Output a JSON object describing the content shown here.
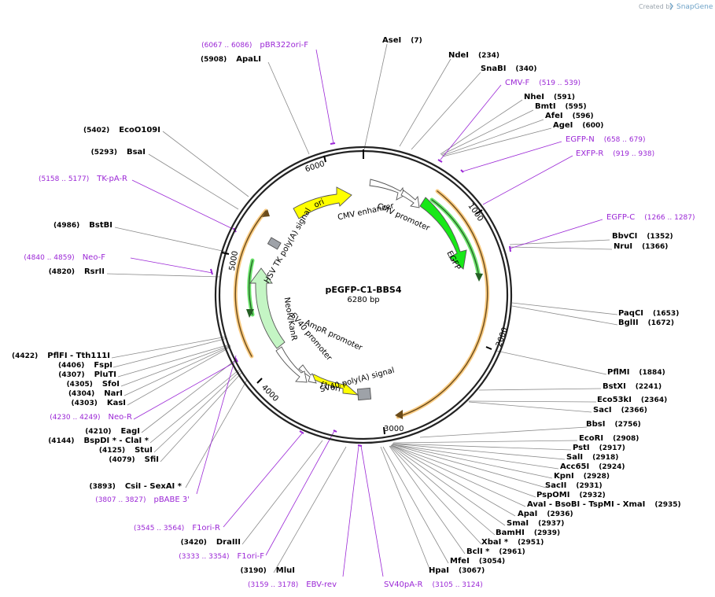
{
  "credit": {
    "text": "Created by",
    "brand": "SnapGene"
  },
  "plasmid": {
    "name": "pEGFP-C1-BBS4",
    "length": "6280 bp"
  },
  "ticks": [
    "1000",
    "2000",
    "3000",
    "4000",
    "5000",
    "6000"
  ],
  "features": [
    {
      "label": "CMV enhancer",
      "color": "#ffffff"
    },
    {
      "label": "CMV promoter",
      "color": "#ffffff"
    },
    {
      "label": "EGFP",
      "color": "#18e818"
    },
    {
      "label": "SV40 poly(A) signal",
      "color": "#9ea2a8"
    },
    {
      "label": "f1 ori",
      "color": "#ffff00"
    },
    {
      "label": "AmpR promoter",
      "color": "#ffffff"
    },
    {
      "label": "SV40 promoter",
      "color": "#ffffff"
    },
    {
      "label": "NeoR/KanR",
      "color": "#c4f5c4"
    },
    {
      "label": "HSV TK poly(A) signal",
      "color": "#9ea2a8"
    },
    {
      "label": "ori",
      "color": "#ffff00"
    }
  ],
  "sites": [
    {
      "name": "AseI",
      "pos": "(7)"
    },
    {
      "name": "NdeI",
      "pos": "(234)"
    },
    {
      "name": "SnaBI",
      "pos": "(340)"
    },
    {
      "name": "NheI",
      "pos": "(591)"
    },
    {
      "name": "BmtI",
      "pos": "(595)"
    },
    {
      "name": "AfeI",
      "pos": "(596)"
    },
    {
      "name": "AgeI",
      "pos": "(600)"
    },
    {
      "name": "BbvCI",
      "pos": "(1352)"
    },
    {
      "name": "NruI",
      "pos": "(1366)"
    },
    {
      "name": "PaqCI",
      "pos": "(1653)"
    },
    {
      "name": "BglII",
      "pos": "(1672)"
    },
    {
      "name": "PflMI",
      "pos": "(1884)"
    },
    {
      "name": "BstXI",
      "pos": "(2241)"
    },
    {
      "name": "Eco53kI",
      "pos": "(2364)"
    },
    {
      "name": "SacI",
      "pos": "(2366)"
    },
    {
      "name": "BbsI",
      "pos": "(2756)"
    },
    {
      "name": "EcoRI",
      "pos": "(2908)"
    },
    {
      "name": "PstI",
      "pos": "(2917)"
    },
    {
      "name": "SalI",
      "pos": "(2918)"
    },
    {
      "name": "Acc65I",
      "pos": "(2924)"
    },
    {
      "name": "KpnI",
      "pos": "(2928)"
    },
    {
      "name": "SacII",
      "pos": "(2931)"
    },
    {
      "name": "PspOMI",
      "pos": "(2932)"
    },
    {
      "name": "AvaI  - BsoBI  - TspMI  - XmaI",
      "pos": "(2935)"
    },
    {
      "name": "ApaI",
      "pos": "(2936)"
    },
    {
      "name": "SmaI",
      "pos": "(2937)"
    },
    {
      "name": "BamHI",
      "pos": "(2939)"
    },
    {
      "name": "XbaI *",
      "pos": "(2951)"
    },
    {
      "name": "BclI *",
      "pos": "(2961)"
    },
    {
      "name": "MfeI",
      "pos": "(3054)"
    },
    {
      "name": "HpaI",
      "pos": "(3067)"
    },
    {
      "name": "MluI",
      "pos": "(3190)"
    },
    {
      "name": "DraIII",
      "pos": "(3420)"
    },
    {
      "name": "CsiI  - SexAI *",
      "pos": "(3893)"
    },
    {
      "name": "SfiI",
      "pos": "(4079)"
    },
    {
      "name": "StuI",
      "pos": "(4125)"
    },
    {
      "name": "BspDI *  - ClaI *",
      "pos": "(4144)"
    },
    {
      "name": "EagI",
      "pos": "(4210)"
    },
    {
      "name": "KasI",
      "pos": "(4303)"
    },
    {
      "name": "NarI",
      "pos": "(4304)"
    },
    {
      "name": "SfoI",
      "pos": "(4305)"
    },
    {
      "name": "PluTI",
      "pos": "(4307)"
    },
    {
      "name": "FspI",
      "pos": "(4406)"
    },
    {
      "name": "PflFI  - Tth111I",
      "pos": "(4422)"
    },
    {
      "name": "RsrII",
      "pos": "(4820)"
    },
    {
      "name": "BstBI",
      "pos": "(4986)"
    },
    {
      "name": "BsaI",
      "pos": "(5293)"
    },
    {
      "name": "EcoO109I",
      "pos": "(5402)"
    },
    {
      "name": "ApaLI",
      "pos": "(5908)"
    }
  ],
  "primers": [
    {
      "name": "pBR322ori-F",
      "range": "(6067 .. 6086)"
    },
    {
      "name": "CMV-F",
      "range": "(519 .. 539)"
    },
    {
      "name": "EGFP-N",
      "range": "(658 .. 679)"
    },
    {
      "name": "EXFP-R",
      "range": "(919 .. 938)"
    },
    {
      "name": "EGFP-C",
      "range": "(1266 .. 1287)"
    },
    {
      "name": "SV40pA-R",
      "range": "(3105 .. 3124)"
    },
    {
      "name": "EBV-rev",
      "range": "(3159 .. 3178)"
    },
    {
      "name": "F1ori-F",
      "range": "(3333 .. 3354)"
    },
    {
      "name": "F1ori-R",
      "range": "(3545 .. 3564)"
    },
    {
      "name": "pBABE 3'",
      "range": "(3807 .. 3827)"
    },
    {
      "name": "Neo-R",
      "range": "(4230 .. 4249)"
    },
    {
      "name": "Neo-F",
      "range": "(4840 .. 4859)"
    },
    {
      "name": "TK-pA-R",
      "range": "(5158 .. 5177)"
    }
  ],
  "colors": {
    "primer": "#9b27d6",
    "orf": "#f4a11c",
    "backbone": "#222222"
  }
}
